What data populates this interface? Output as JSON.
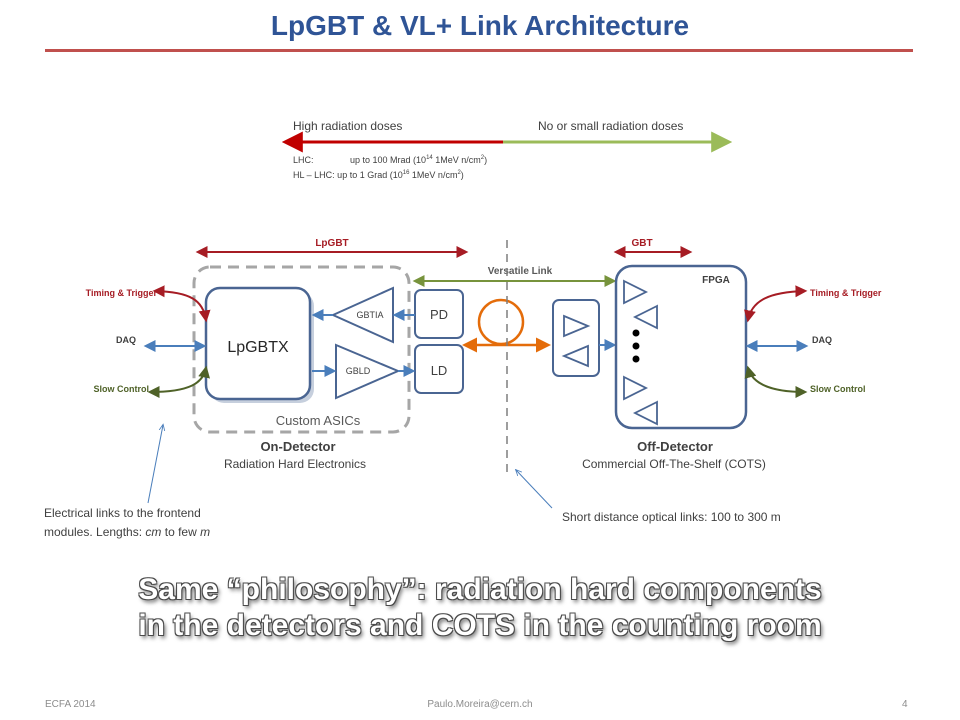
{
  "slide": {
    "title": "LpGBT & VL+ Link Architecture",
    "headline_line1": "Same “philosophy”: radiation hard components",
    "headline_line2": "in the detectors and COTS in the counting room"
  },
  "radiation": {
    "high_label": "High radiation doses",
    "low_label": "No or small radiation doses",
    "lhc_label": "LHC:",
    "lhc_value_pre": "up to  100 Mrad  (10",
    "lhc_exp": "14",
    "lhc_value_post": " 1MeV n/cm",
    "lhc_sq": "2",
    "lhc_close": ")",
    "hllhc_label": "HL – LHC: up to  1 Grad  (10",
    "hllhc_exp": "16",
    "hllhc_post": " 1MeV n/cm",
    "hllhc_sq": "2",
    "hllhc_close": ")"
  },
  "spans": {
    "lpgbt": "LpGBT",
    "gbt": "GBT",
    "versatile_link": "Versatile Link"
  },
  "signals_left": {
    "timing": "Timing & Trigger",
    "daq": "DAQ",
    "slow": "Slow Control"
  },
  "signals_right": {
    "timing": "Timing & Trigger",
    "daq": "DAQ",
    "slow": "Slow Control"
  },
  "blocks": {
    "lpgbtx": "LpGBTX",
    "gbtia": "GBTIA",
    "gbld": "GBLD",
    "pd": "PD",
    "ld": "LD",
    "custom_asics": "Custom ASICs",
    "fpga": "FPGA"
  },
  "regions": {
    "on_title": "On-Detector",
    "on_sub": "Radiation Hard Electronics",
    "off_title": "Off-Detector",
    "off_sub": "Commercial Off-The-Shelf (COTS)"
  },
  "notes": {
    "electrical_line1": "Electrical links to the frontend",
    "electrical_line2_pre": "modules. Lengths: ",
    "electrical_cm": "cm",
    "electrical_mid": " to few ",
    "electrical_m": "m",
    "optical": "Short distance optical links: 100 to 300 m"
  },
  "footer": {
    "left": "ECFA 2014",
    "center": "Paulo.Moreira@cern.ch",
    "page": "4"
  },
  "colors": {
    "title": "#2f5496",
    "rule": "#c0504d",
    "red_arrow": "#c00000",
    "green_arrow": "#9bbb59",
    "dark_red": "#a61c24",
    "box_border": "#4a6592",
    "dark_green": "#4f6228",
    "blue_line": "#4a7ebb",
    "orange": "#e46c0a",
    "gray_dash": "#a6a6a6"
  }
}
